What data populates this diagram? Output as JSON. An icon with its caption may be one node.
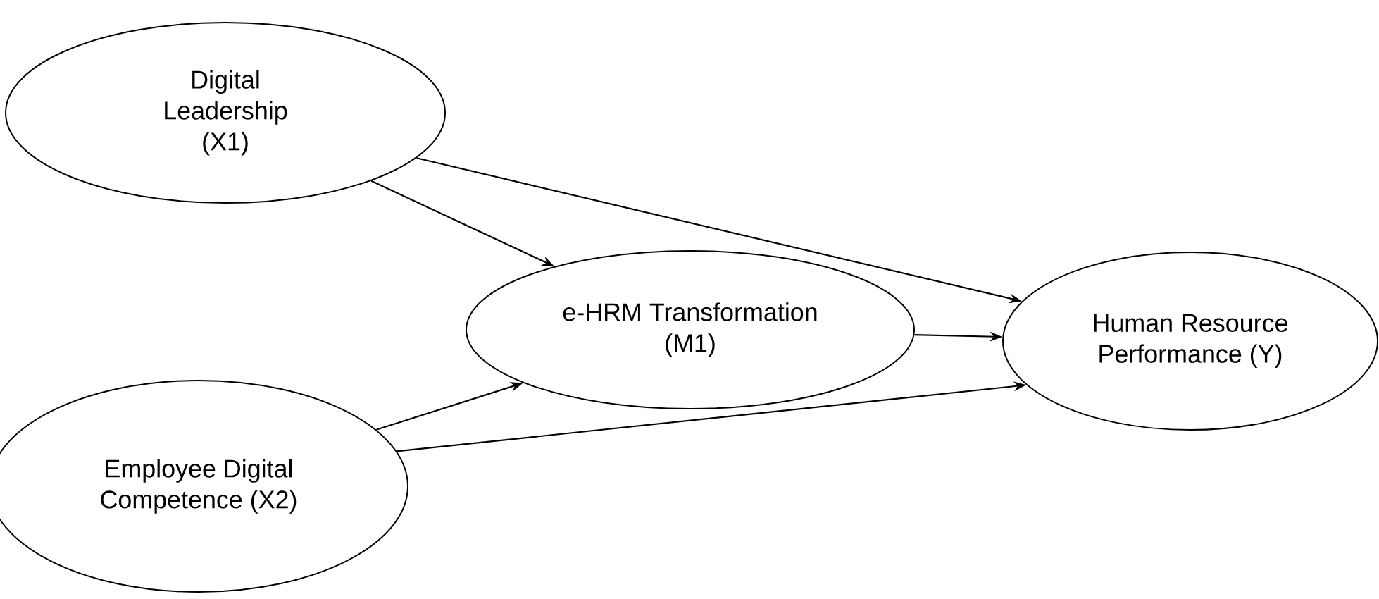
{
  "diagram": {
    "nodes": [
      {
        "text": [
          "Digital Leadership (X1)"
        ]
      },
      {
        "text": [
          "e-HRM Transformation (M1)"
        ]
      },
      {
        "text": [
          "Human Resource Performance (Y)"
        ]
      },
      {
        "text": [
          "Employee Digital Competence (X2)"
        ]
      }
    ],
    "edges": [
      {
        "from": 0,
        "to": 1,
        "arrow": "to"
      },
      {
        "from": 0,
        "to": 2,
        "arrow": "to"
      },
      {
        "from": 1,
        "to": 2,
        "arrow": "to"
      },
      {
        "from": 3,
        "to": 1,
        "arrow": "to"
      },
      {
        "from": 3,
        "to": 2,
        "arrow": "to"
      }
    ]
  }
}
